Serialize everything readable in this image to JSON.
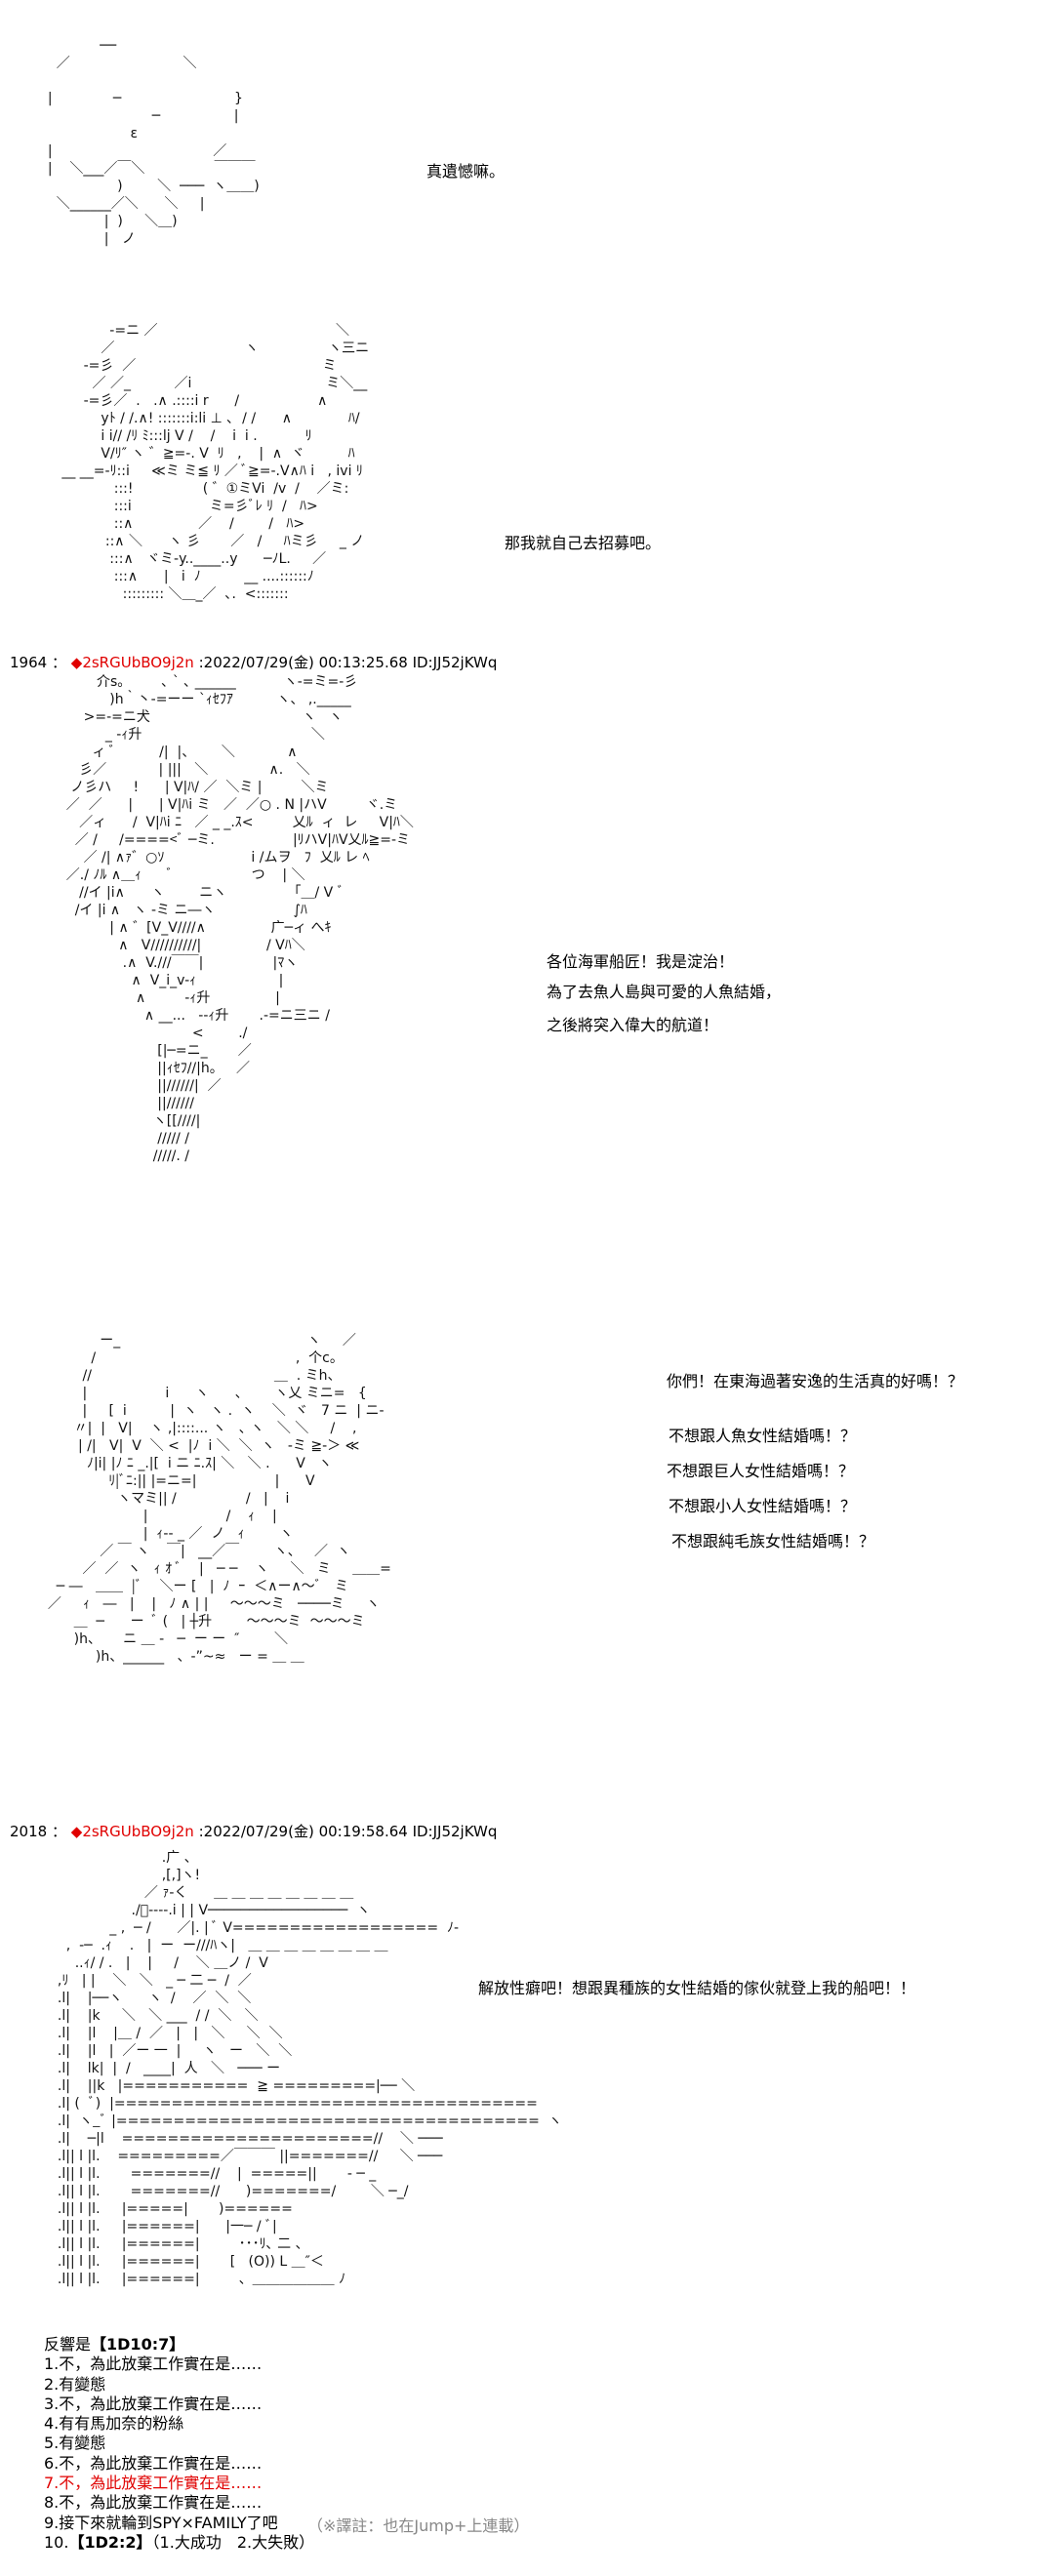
{
  "posts": [
    {
      "number": "1964",
      "separator": "：",
      "trip_icon": "diamond-icon",
      "trip": "2sRGUbBO9j2n",
      "date": ":2022/07/29(金) 00:13:25.68 ID:JJ52jKWq"
    },
    {
      "number": "2018",
      "separator": "：",
      "trip_icon": "diamond-icon",
      "trip": "2sRGUbBO9j2n",
      "date": ":2022/07/29(金) 00:19:58.64 ID:JJ52jKWq"
    }
  ],
  "dialogue": {
    "d1": "真遺憾嘛。",
    "d2": "那我就自己去招募吧。",
    "d3": [
      "各位海軍船匠！我是淀治！",
      "為了去魚人島與可愛的人魚結婚，",
      "之後將突入偉大的航道！"
    ],
    "d4": [
      "你們！在東海過著安逸的生活真的好嗎！？",
      "不想跟人魚女性結婚嗎！？",
      "不想跟巨人女性結婚嗎！？",
      "不想跟小人女性結婚嗎！？",
      "不想跟純毛族女性結婚嗎！？"
    ],
    "d5": "解放性癖吧！想跟異種族的女性結婚的傢伙就登上我的船吧！！"
  },
  "result": {
    "title_prefix": "反響是",
    "title_roll": "【1D10:7】",
    "options": [
      "1.不，為此放棄工作實在是……",
      "2.有變態",
      "3.不，為此放棄工作實在是……",
      "4.有有馬加奈的粉絲",
      "5.有變態",
      "6.不，為此放棄工作實在是……",
      "7.不，為此放棄工作實在是……",
      "8.不，為此放棄工作實在是……",
      "9.接下來就輪到SPY×FAMILY了吧"
    ],
    "option10_prefix": "10.",
    "option10_roll": "【1D2:2】",
    "option10_rest": "（1.大成功　2.大失敗）",
    "note": "（※譯註：也在Jump+上連載）",
    "highlight_color": "#e00000"
  },
  "art": {
    "a1": [
      "",
      "              ──",
      "    ／                          ＼",
      "",
      "  |              ─                          }",
      "                          ─                 |",
      "                     ε",
      "  |                                     ／",
      "  |    ＼___／￣＼                ￣￣￣",
      "                  )        ＼  ───  ヽ＿＿)",
      "    ＼______／＼      ＼     |",
      "               |  )     ＼＿)",
      "               |   ノ"
    ],
    "a2": [
      "              -=ニ ／                                         ＼",
      "            ／                              ヽ                ヽ三ニ",
      "        -=彡  ／                                           ミ",
      "          ／ ／_          ／i                               ミ＼__",
      "        -=彡／  .   .∧ .::::i r      /                  ∧",
      "            yﾄ / /.∧! :::::::i:li ⊥ ､  / /      ∧             ﾊ/",
      "            i i// /ﾘ ﾐ:::lj V /    /    i  i .           ﾘ",
      "            V/ﾘ″ ヽ ゛≧=-. V  ﾘ   ,    |  ∧  ヾ          ﾊ",
      "   __ __=-ﾘ::i     ≪ミ ミ≦ ﾘ ／ ﾞ≧=-.V∧ﾊ i   , ivi ﾘ",
      "               :::!                ( ゛①ミVi  /v  /    ／ミ:",
      "               :::i                  ミ=彡ﾞﾚ ﾘ  /   ﾊ>",
      "               ::∧               ／    /        /   ﾊ>",
      "             ::∧ ＼      ヽ 彡       ／   /     ﾊミ彡     _ ノ",
      "              :::∧   ヾミ-y..____..y      ─ﾉL.     ／",
      "               :::∧      |   i  ﾉ          __ ....::::::ﾉ",
      "                 ::::::::: ＼＿_／  ､.  <:::::::"
    ],
    "a3": [
      "           介s。       ､ ` ､ ______           ヽ-=ミ=-彡",
      "              )h｀丶-=ーー `ｨｾﾌｱ          ヽ、 ,._____",
      "        >=-=ニ犬                                   ヽ   ヽ",
      "             _ -ｨ升                                       ＼",
      "          ィ ﾞ          /|  |、      ＼            ∧",
      "       彡／            | |||   ＼              ∧.   ＼",
      "     ノ彡ハ     !      | V|ﾊ/ ／  ＼ミ |         ＼ミ",
      "    ／  ／      |      | V|ﾊi ミ   ／  ／○ . N |ハV         ヾ.ミ",
      "       ／ィ      /  V|ﾊi ﾆ   ／ _ _.ｽ<         乂ﾙ  ィ  レ     V|ﾊ＼",
      "      ／ /     /====<ﾞ ─ミ.                  |ﾘハV|ﾊV乂ﾙ≧=-ミ",
      "        ／ /| ∧ｧ゛○ｿ                    i /ムヲ   ﾌ  乂ﾙ レ ﾍ",
      "    ／./ ﾉﾙ ∧＿ｨ      ﾞ                  つ    | ＼",
      "       //イ |i∧      ヽ        ニヽ              「＿/ V ﾞ",
      "      /イ |i ∧   ヽ ‐ミ ニ―ヽ                  ∫ﾊ",
      "              | ∧ ゛[V_V////∧               广─ィ へｷ",
      "                ∧   V//////////|               / Vﾊ＼",
      "                 .∧  V.///￣￣|                |ﾏヽ",
      "                   ∧  V_i_v-ｨ                   |",
      "                    ∧         ‐ｨ升               |",
      "                      ∧ __...   --ｨ升       .-=ニ三ニ /",
      "                                 <        ./",
      "                         [|─=ニ_       ／",
      "                         ||ｨｾﾌ//|h。   ／",
      "                         ||//////|  ／",
      "                         ||//////",
      "                        ヽ[[////|",
      "                         ///// /",
      "                        /////. /"
    ],
    "a4": [
      "              ー_                                           ヽ     ／",
      "            /                                              ,  个c。",
      "          //                                          ＿  . ミh、",
      "          |                  i      ヽ      、      ヽ乂 ミニ=   {",
      "          |     [  i          |  ヽ   ヽ .  ヽ    ＼  ヾ   7 ニ  | ニ‐",
      "        〃|  |   V|    ヽ ,|::::... ヽ   ､ ヽ   ＼ ＼     /    ,",
      "         | /|   V|  V  ＼ <  |ﾉ  i ＼  ＼  ヽ   -ミ ≧-＞ ≪",
      "           ﾉ|i| |ﾉ ﾆ _.|[  i ニ ﾆ.ｽ| ＼   ＼ .      V   ヽ",
      "                ﾘ|ﾞﾆ:|| |=ニ=|                  |      V",
      "                  ヽマミ|| /                /   |    i",
      "                        |                  /    ｨ    |",
      "                        |  ｨ-- _ ／  ノ   ｨ        ヽ",
      "              ／ ￣ ヽ    ￣|   __／￣        ヽ、   ／  ヽ",
      "          ／  ／  ヽ   ｨ ｵ ﾞ    |   ─ ─    ヽ     ＼   ミ     ＿＿=",
      "    ─ ―   ＿＿  |ﾞ    ＼ー [   |  ﾉ  ｰ  ＜∧ー∧～ﾞ   ミ",
      "  ／     ｨ   ―   |    |   ﾉ ∧ | |     ～～～ミ   ────ミ     ヽ",
      "        ＿  ─      ー  ﾞ (   | ┼升        ～～～ミ  ～～～ミ",
      "        )h、     ニ ＿ ‐   ─  ー ー  ″        ＼",
      "             )h、______   、-”~≈   ー = ＿ ＿"
    ],
    "a5": [
      "                          .广 、",
      "                          ,[,]ヽ!",
      "                      ／ ｧ‐く      ＿ ＿ ＿ ＿ ＿ ＿ ＿ ＿",
      "                   ./ﾞ----.i | | V─────────────────  ヽ",
      "              _ ,  ─ /      ／|. | ﾞ V==================  ﾉ-",
      "    ,  -─  .ｨ    .   |  ー  ー///ﾊヽ|   ＿ ＿ ＿ ＿ ＿ ＿ ＿ ＿",
      "      ..ｨ/ / .   |    |     /    ＼ ＿ノ /  V",
      "  ,ﾘ   | |    ＼   ＼   _ ─ 二 ─  /  ／",
      "  .l|    |──ヽ      ヽ  /    ／  ＼  ＼",
      "  .l|    |k     ＼   ＼ ___  / /  ＼   ＼",
      "  .l|    |l    |＿ /  ／   |   |   ＼     ＼  ＼",
      "  .l|    |l   |  ／ー 一  |     ヽ   ー   ＼  ＼",
      "  .l|    lk|  |  /   ____|  人   ＼   ─── ー",
      "  .l|    ||k   |===========  ≧ =========|── ＼",
      "  .l| (  ﾞ)  |=====================================",
      "  .l|  ヽ_ﾞ |=====================================  ヽ",
      "  .l|    ─|l    ======================//    ＼ ───",
      "  .l|| l |l.    =========／￣￣￣ ||=======//     ＼ ───",
      "  .l|| l |l.       =======//    |  =====||       - ─ _",
      "  .l|| l |l.       =======//      )=======/        ＼ ─_/",
      "  .l|| l |l.     |=====|       )======",
      "  .l|| l |l.     |======|      |一─ / ﾞ|",
      "  .l|| l |l.     |======|         ･･･ﾘ､ 二 、",
      "  .l|| l |l.     |======|       [   (O)) L ＿″＜",
      "  .l|| l |l.     |======|         、＿＿＿＿＿＿ ﾉ"
    ]
  }
}
